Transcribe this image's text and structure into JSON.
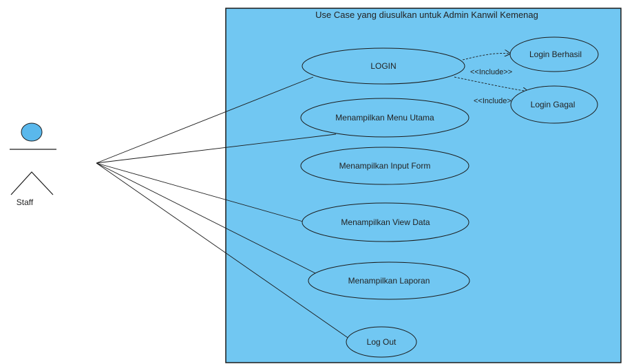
{
  "diagram": {
    "type": "uml-use-case",
    "system_title": "Use Case yang diusulkan untuk Admin Kanwil Kemenag",
    "colors": {
      "system_fill": "#71c7f2",
      "system_border": "#1a1a1a",
      "actor_head": "#5ab8ec",
      "line": "#1a1a1a"
    },
    "actor": {
      "label": "Staff"
    },
    "use_cases": [
      {
        "id": "login",
        "label": "LOGIN"
      },
      {
        "id": "menu_utama",
        "label": "Menampilkan Menu Utama"
      },
      {
        "id": "input_form",
        "label": "Menampilkan Input Form"
      },
      {
        "id": "view_data",
        "label": "Menampilkan View Data"
      },
      {
        "id": "laporan",
        "label": "Menampilkan Laporan"
      },
      {
        "id": "logout",
        "label": "Log Out"
      },
      {
        "id": "login_berhasil",
        "label": "Login Berhasil"
      },
      {
        "id": "login_gagal",
        "label": "Login Gagal"
      }
    ],
    "associations": [
      "login",
      "menu_utama",
      "view_data",
      "laporan",
      "logout"
    ],
    "includes": [
      {
        "from": "login",
        "to": "login_berhasil",
        "label": "<<Include>>"
      },
      {
        "from": "login",
        "to": "login_gagal",
        "label": "<<Include>>"
      }
    ]
  }
}
